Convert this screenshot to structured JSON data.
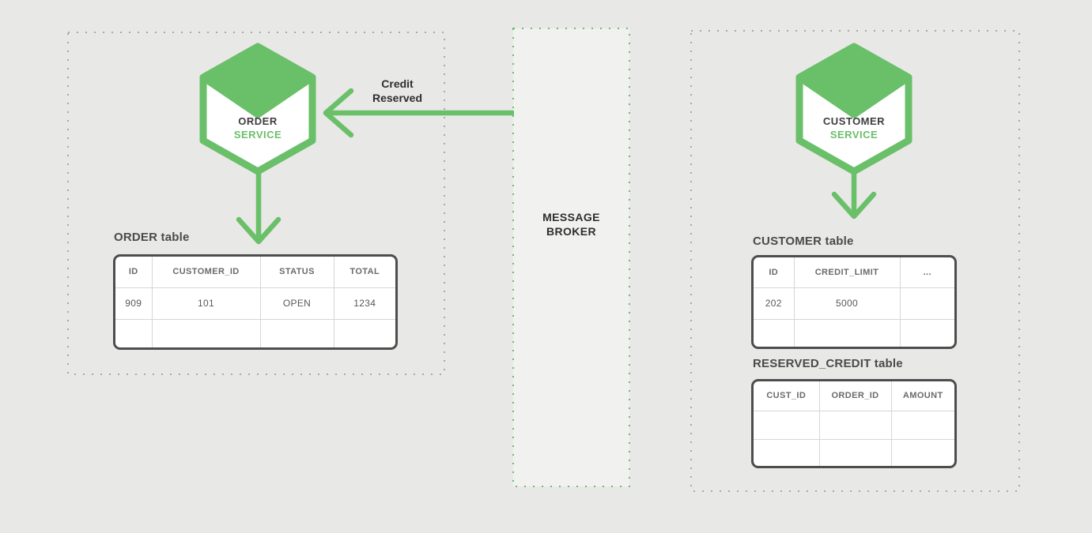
{
  "colors": {
    "accent_green": "#6abf69",
    "page_bg": "#e8e8e6",
    "broker_bg": "#f1f1ef",
    "boundary_dot_gray": "#a8a8a8",
    "table_border": "#4d4d4d"
  },
  "order_panel": {
    "service": {
      "name": "ORDER",
      "type": "SERVICE"
    },
    "table_label": "ORDER table",
    "table": {
      "headers": [
        "ID",
        "CUSTOMER_ID",
        "STATUS",
        "TOTAL"
      ],
      "rows": [
        [
          "909",
          "101",
          "OPEN",
          "1234"
        ],
        [
          "",
          "",
          "",
          ""
        ]
      ]
    }
  },
  "message_broker": {
    "label": [
      "MESSAGE",
      "BROKER"
    ]
  },
  "event_arrow": {
    "label": [
      "Credit",
      "Reserved"
    ]
  },
  "customer_panel": {
    "service": {
      "name": "CUSTOMER",
      "type": "SERVICE"
    },
    "customer_table_label": "CUSTOMER table",
    "customer_table": {
      "headers": [
        "ID",
        "CREDIT_LIMIT",
        "..."
      ],
      "rows": [
        [
          "202",
          "5000",
          ""
        ],
        [
          "",
          "",
          ""
        ]
      ]
    },
    "reserved_credit_table_label": "RESERVED_CREDIT table",
    "reserved_credit_table": {
      "headers": [
        "CUST_ID",
        "ORDER_ID",
        "AMOUNT"
      ],
      "rows": [
        [
          "",
          "",
          ""
        ],
        [
          "",
          "",
          ""
        ]
      ]
    }
  }
}
